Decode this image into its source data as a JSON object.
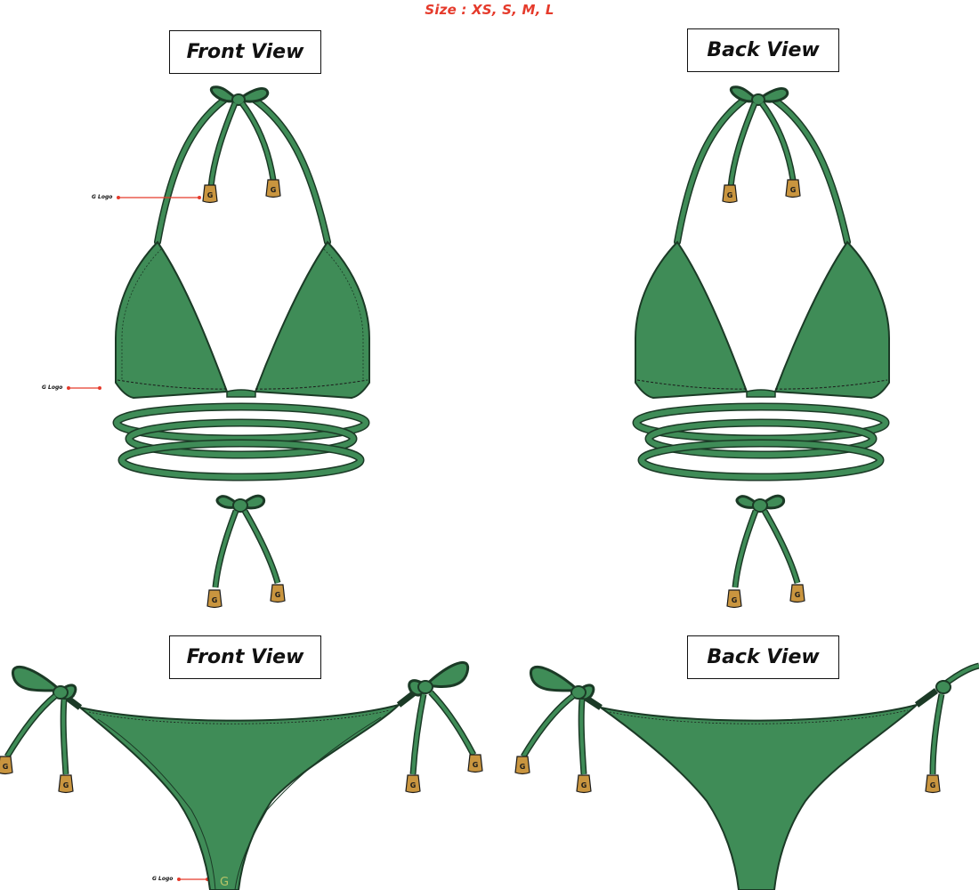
{
  "size_label": "Size : XS, S, M, L",
  "views": {
    "top_front": "Front View",
    "top_back": "Back View",
    "bottom_front": "Front View",
    "bottom_back": "Back View"
  },
  "callouts": {
    "strap_tip": "G Logo",
    "band": "G Logo",
    "bottom": "G Logo"
  },
  "colors": {
    "fabric": "#3f8c57",
    "outline": "#1b3a26",
    "tip": "#c9953f",
    "accent": "#e53a2b"
  }
}
